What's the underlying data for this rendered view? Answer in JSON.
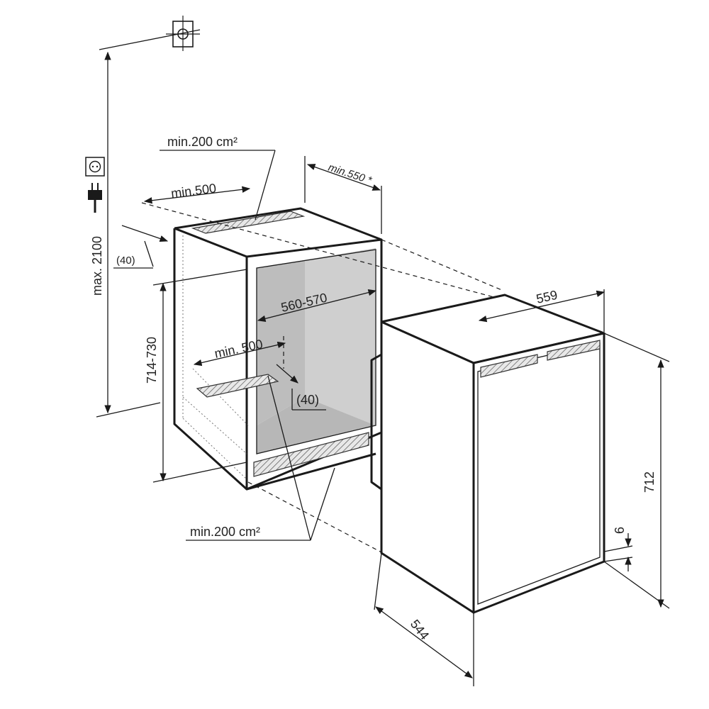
{
  "labels": {
    "max_height": "max. 2100",
    "niche_height": "714-730",
    "top_vent_area": "min.200 cm²",
    "top_vent_length": "min.500",
    "top_vent_offset": "(40)",
    "depth_min": "min.550 *",
    "niche_width": "560-570",
    "bottom_vent_length": "min. 500",
    "bottom_vent_offset": "(40)",
    "bottom_vent_area": "min.200 cm²",
    "appliance_width": "559",
    "appliance_height": "712",
    "appliance_depth": "544",
    "door_gap": "6"
  },
  "icons": [
    "electric-socket-icon",
    "power-plug-icon",
    "ceiling-outlet-icon"
  ],
  "colors": {
    "line": "#1a1a1a",
    "interior": "#c8c8c8",
    "shade": "#b0b0b0"
  }
}
